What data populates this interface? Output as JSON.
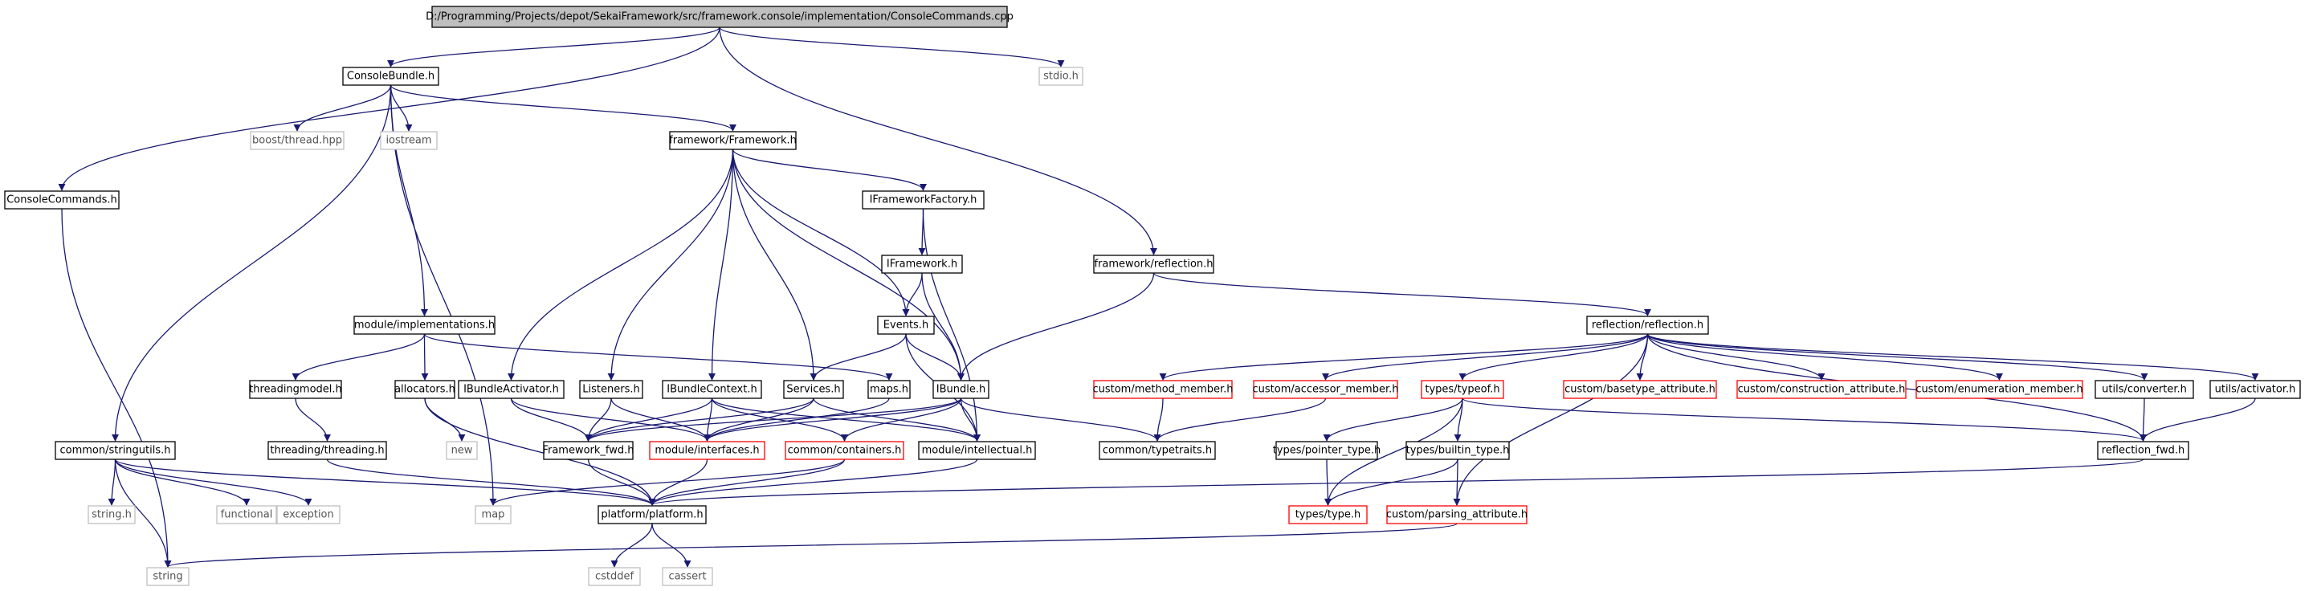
{
  "colors": {
    "edge": "#191970",
    "node_border": "#000000",
    "node_fill": "#ffffff",
    "root_fill": "#bfbfbf",
    "external_border": "#bfbfbf",
    "external_text": "#555555",
    "truncated_border": "#ff0000",
    "text": "#000000"
  },
  "nodes": [
    {
      "id": "root",
      "label": "D:/Programming/Projects/depot/SekaiFramework/src/framework.console/implementation/ConsoleCommands.cpp",
      "kind": "root"
    },
    {
      "id": "consolebundle",
      "label": "ConsoleBundle.h",
      "kind": "normal"
    },
    {
      "id": "stdio",
      "label": "stdio.h",
      "kind": "external"
    },
    {
      "id": "consolecommands",
      "label": "ConsoleCommands.h",
      "kind": "normal"
    },
    {
      "id": "boost_thread",
      "label": "boost/thread.hpp",
      "kind": "external"
    },
    {
      "id": "iostream",
      "label": "iostream",
      "kind": "external"
    },
    {
      "id": "framework",
      "label": "framework/Framework.h",
      "kind": "normal"
    },
    {
      "id": "iframeworkfactory",
      "label": "IFrameworkFactory.h",
      "kind": "normal"
    },
    {
      "id": "iframework",
      "label": "IFramework.h",
      "kind": "normal"
    },
    {
      "id": "fw_reflection",
      "label": "framework/reflection.h",
      "kind": "normal"
    },
    {
      "id": "module_impl",
      "label": "module/implementations.h",
      "kind": "normal"
    },
    {
      "id": "events",
      "label": "Events.h",
      "kind": "normal"
    },
    {
      "id": "refl_refl",
      "label": "reflection/reflection.h",
      "kind": "normal"
    },
    {
      "id": "threadingmodel",
      "label": "threadingmodel.h",
      "kind": "normal"
    },
    {
      "id": "allocators",
      "label": "allocators.h",
      "kind": "normal"
    },
    {
      "id": "ibundleactivator",
      "label": "IBundleActivator.h",
      "kind": "normal"
    },
    {
      "id": "listeners",
      "label": "Listeners.h",
      "kind": "normal"
    },
    {
      "id": "ibundlecontext",
      "label": "IBundleContext.h",
      "kind": "normal"
    },
    {
      "id": "services",
      "label": "Services.h",
      "kind": "normal"
    },
    {
      "id": "maps",
      "label": "maps.h",
      "kind": "normal"
    },
    {
      "id": "ibundle",
      "label": "IBundle.h",
      "kind": "normal"
    },
    {
      "id": "custom_method",
      "label": "custom/method_member.h",
      "kind": "truncated"
    },
    {
      "id": "custom_accessor",
      "label": "custom/accessor_member.h",
      "kind": "truncated"
    },
    {
      "id": "types_typeof",
      "label": "types/typeof.h",
      "kind": "truncated"
    },
    {
      "id": "custom_basetype",
      "label": "custom/basetype_attribute.h",
      "kind": "truncated"
    },
    {
      "id": "custom_construction",
      "label": "custom/construction_attribute.h",
      "kind": "truncated"
    },
    {
      "id": "custom_enumeration",
      "label": "custom/enumeration_member.h",
      "kind": "truncated"
    },
    {
      "id": "utils_converter",
      "label": "utils/converter.h",
      "kind": "normal"
    },
    {
      "id": "utils_activator",
      "label": "utils/activator.h",
      "kind": "normal"
    },
    {
      "id": "common_stringutils",
      "label": "common/stringutils.h",
      "kind": "normal"
    },
    {
      "id": "threading_threading",
      "label": "threading/threading.h",
      "kind": "normal"
    },
    {
      "id": "new",
      "label": "new",
      "kind": "external"
    },
    {
      "id": "framework_fwd",
      "label": "Framework_fwd.h",
      "kind": "normal"
    },
    {
      "id": "module_interfaces",
      "label": "module/interfaces.h",
      "kind": "truncated"
    },
    {
      "id": "common_containers",
      "label": "common/containers.h",
      "kind": "truncated"
    },
    {
      "id": "module_intellectual",
      "label": "module/intellectual.h",
      "kind": "normal"
    },
    {
      "id": "common_typetraits",
      "label": "common/typetraits.h",
      "kind": "normal"
    },
    {
      "id": "types_pointer",
      "label": "types/pointer_type.h",
      "kind": "normal"
    },
    {
      "id": "types_builtin",
      "label": "types/builtin_type.h",
      "kind": "normal"
    },
    {
      "id": "reflection_fwd",
      "label": "reflection_fwd.h",
      "kind": "normal"
    },
    {
      "id": "string_h",
      "label": "string.h",
      "kind": "external"
    },
    {
      "id": "functional",
      "label": "functional",
      "kind": "external"
    },
    {
      "id": "exception",
      "label": "exception",
      "kind": "external"
    },
    {
      "id": "map",
      "label": "map",
      "kind": "external"
    },
    {
      "id": "platform",
      "label": "platform/platform.h",
      "kind": "normal"
    },
    {
      "id": "types_type",
      "label": "types/type.h",
      "kind": "truncated"
    },
    {
      "id": "custom_parsing",
      "label": "custom/parsing_attribute.h",
      "kind": "truncated"
    },
    {
      "id": "string",
      "label": "string",
      "kind": "external"
    },
    {
      "id": "cstddef",
      "label": "cstddef",
      "kind": "external"
    },
    {
      "id": "cassert",
      "label": "cassert",
      "kind": "external"
    }
  ],
  "edges": [
    [
      "root",
      "consolebundle"
    ],
    [
      "root",
      "stdio"
    ],
    [
      "root",
      "consolecommands"
    ],
    [
      "root",
      "fw_reflection"
    ],
    [
      "consolebundle",
      "boost_thread"
    ],
    [
      "consolebundle",
      "iostream"
    ],
    [
      "consolebundle",
      "framework"
    ],
    [
      "consolebundle",
      "module_impl"
    ],
    [
      "consolebundle",
      "common_stringutils"
    ],
    [
      "consolebundle",
      "map"
    ],
    [
      "consolecommands",
      "string"
    ],
    [
      "framework",
      "iframeworkfactory"
    ],
    [
      "framework",
      "events"
    ],
    [
      "framework",
      "ibundleactivator"
    ],
    [
      "framework",
      "listeners"
    ],
    [
      "framework",
      "ibundlecontext"
    ],
    [
      "framework",
      "services"
    ],
    [
      "framework",
      "ibundle"
    ],
    [
      "iframeworkfactory",
      "iframework"
    ],
    [
      "iframeworkfactory",
      "module_intellectual"
    ],
    [
      "iframework",
      "events"
    ],
    [
      "iframework",
      "ibundle"
    ],
    [
      "events",
      "services"
    ],
    [
      "events",
      "ibundle"
    ],
    [
      "events",
      "module_intellectual"
    ],
    [
      "fw_reflection",
      "refl_refl"
    ],
    [
      "fw_reflection",
      "ibundle"
    ],
    [
      "module_impl",
      "threadingmodel"
    ],
    [
      "module_impl",
      "allocators"
    ],
    [
      "module_impl",
      "maps"
    ],
    [
      "threadingmodel",
      "threading_threading"
    ],
    [
      "threading_threading",
      "platform"
    ],
    [
      "allocators",
      "new"
    ],
    [
      "allocators",
      "platform"
    ],
    [
      "ibundleactivator",
      "framework_fwd"
    ],
    [
      "ibundleactivator",
      "module_interfaces"
    ],
    [
      "listeners",
      "framework_fwd"
    ],
    [
      "listeners",
      "module_interfaces"
    ],
    [
      "ibundlecontext",
      "framework_fwd"
    ],
    [
      "ibundlecontext",
      "module_interfaces"
    ],
    [
      "ibundlecontext",
      "common_containers"
    ],
    [
      "ibundlecontext",
      "module_intellectual"
    ],
    [
      "services",
      "framework_fwd"
    ],
    [
      "services",
      "module_interfaces"
    ],
    [
      "services",
      "module_intellectual"
    ],
    [
      "maps",
      "module_interfaces"
    ],
    [
      "ibundle",
      "framework_fwd"
    ],
    [
      "ibundle",
      "module_interfaces"
    ],
    [
      "ibundle",
      "common_containers"
    ],
    [
      "ibundle",
      "module_intellectual"
    ],
    [
      "ibundle",
      "common_typetraits"
    ],
    [
      "framework_fwd",
      "platform"
    ],
    [
      "module_interfaces",
      "platform"
    ],
    [
      "common_containers",
      "platform"
    ],
    [
      "common_containers",
      "map"
    ],
    [
      "module_intellectual",
      "platform"
    ],
    [
      "refl_refl",
      "custom_method"
    ],
    [
      "refl_refl",
      "custom_accessor"
    ],
    [
      "refl_refl",
      "types_typeof"
    ],
    [
      "refl_refl",
      "custom_basetype"
    ],
    [
      "refl_refl",
      "custom_construction"
    ],
    [
      "refl_refl",
      "custom_enumeration"
    ],
    [
      "refl_refl",
      "utils_converter"
    ],
    [
      "refl_refl",
      "utils_activator"
    ],
    [
      "refl_refl",
      "reflection_fwd"
    ],
    [
      "refl_refl",
      "custom_parsing"
    ],
    [
      "custom_method",
      "common_typetraits"
    ],
    [
      "custom_accessor",
      "common_typetraits"
    ],
    [
      "types_typeof",
      "types_pointer"
    ],
    [
      "types_typeof",
      "types_builtin"
    ],
    [
      "types_typeof",
      "types_type"
    ],
    [
      "types_typeof",
      "reflection_fwd"
    ],
    [
      "types_pointer",
      "types_type"
    ],
    [
      "types_builtin",
      "types_type"
    ],
    [
      "types_builtin",
      "custom_parsing"
    ],
    [
      "utils_converter",
      "reflection_fwd"
    ],
    [
      "utils_activator",
      "reflection_fwd"
    ],
    [
      "reflection_fwd",
      "platform"
    ],
    [
      "custom_parsing",
      "string"
    ],
    [
      "common_stringutils",
      "string_h"
    ],
    [
      "common_stringutils",
      "functional"
    ],
    [
      "common_stringutils",
      "exception"
    ],
    [
      "common_stringutils",
      "string"
    ],
    [
      "common_stringutils",
      "platform"
    ],
    [
      "platform",
      "cstddef"
    ],
    [
      "platform",
      "cassert"
    ]
  ]
}
